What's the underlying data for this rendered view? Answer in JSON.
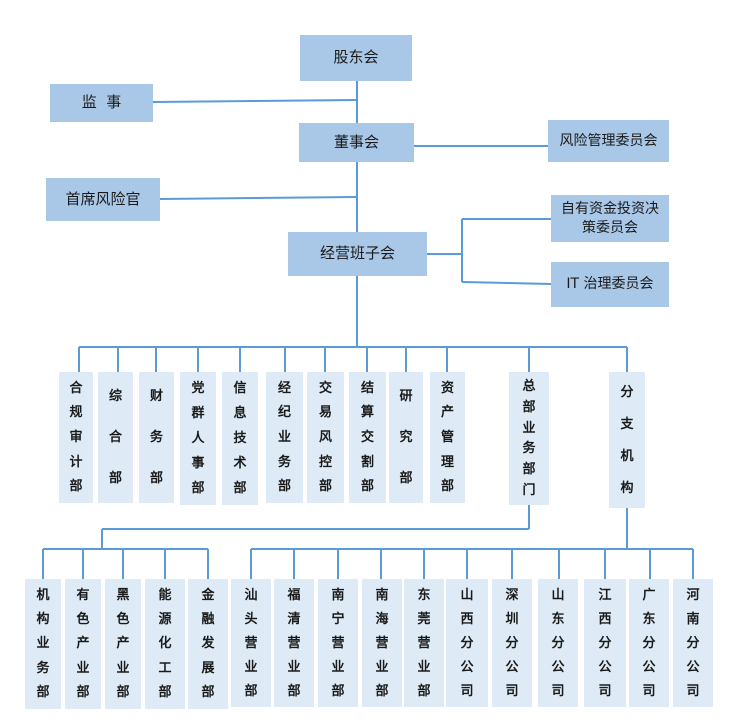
{
  "top_boxes": {
    "shareholders": "股东会",
    "supervisor": "监  事",
    "board": "董事会",
    "risk_committee": "风险管理委员会",
    "cro": "首席风险官",
    "management": "经营班子会",
    "investment_committee": "自有资金投资决策委员会",
    "it_committee": "IT 治理委员会"
  },
  "departments": [
    "合规审计部",
    "综合部",
    "财务部",
    "党群人事部",
    "信息技术部",
    "经纪业务部",
    "交易风控部",
    "结算交割部",
    "研究部",
    "资产管理部",
    "总部业务部门",
    "分支机构"
  ],
  "hq_units": [
    "机构业务部",
    "有色产业部",
    "黑色产业部",
    "能源化工部",
    "金融发展部"
  ],
  "branches": [
    "汕头营业部",
    "福清营业部",
    "南宁营业部",
    "南海营业部",
    "东莞营业部",
    "山西分公司",
    "深圳分公司",
    "山东分公司",
    "江西分公司",
    "广东分公司",
    "河南分公司"
  ],
  "colors": {
    "line": "#5b9bd5",
    "top_box": "#a9c8e8",
    "leaf_box": "#deebf7"
  }
}
